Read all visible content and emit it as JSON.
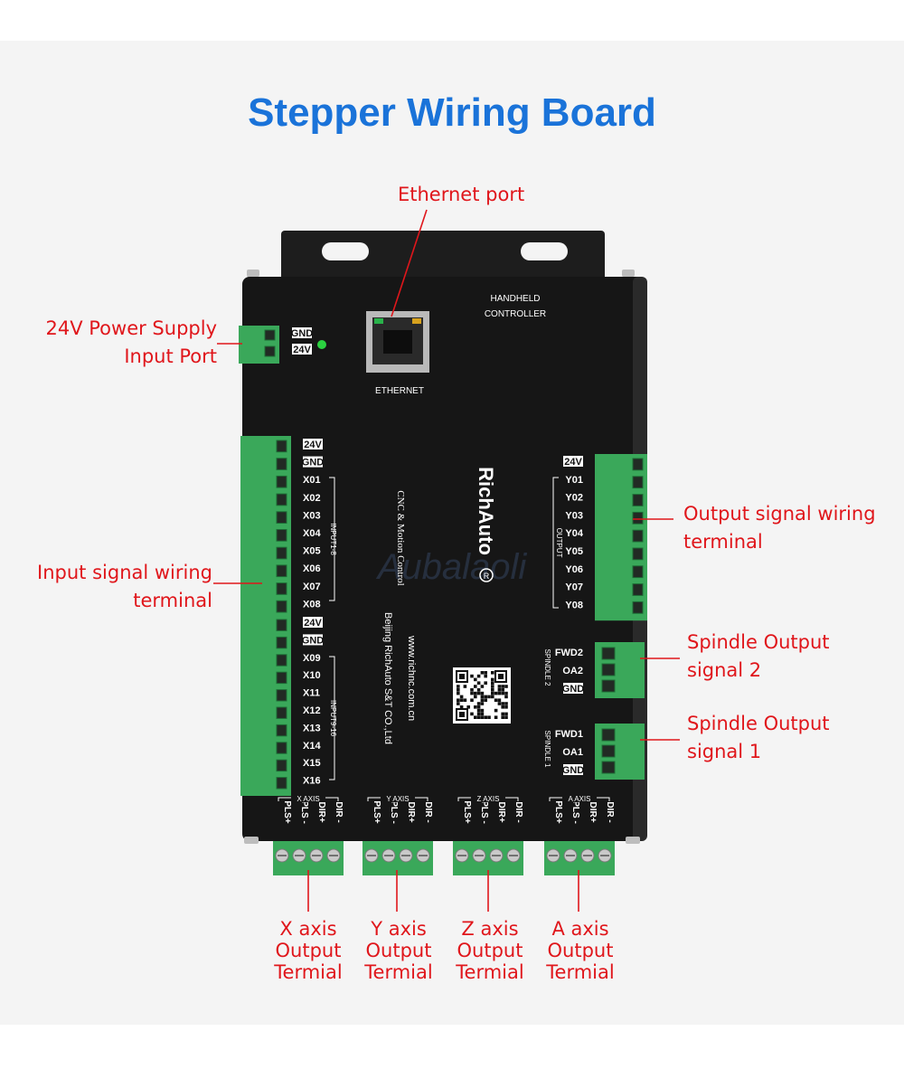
{
  "title": "Stepper Wiring Board",
  "callouts": {
    "ethernet": "Ethernet port",
    "power": [
      "24V Power Supply",
      "Input Port"
    ],
    "input": [
      "Input signal wiring",
      "terminal"
    ],
    "output": [
      "Output signal wiring",
      "terminal"
    ],
    "spindle2": [
      "Spindle Output",
      "signal 2"
    ],
    "spindle1": [
      "Spindle Output",
      "signal 1"
    ],
    "axes": [
      [
        "X axis",
        "Output",
        "Termial"
      ],
      [
        "Y axis",
        "Output",
        "Termial"
      ],
      [
        "Z axis",
        "Output",
        "Termial"
      ],
      [
        "A axis",
        "Output",
        "Termial"
      ]
    ]
  },
  "board": {
    "brand": "RichAuto",
    "subtitle": "CNC & Motion Control",
    "website": "www.richnc.com.cn",
    "company": "Beijing RichAuto S&T CO.,Ltd",
    "handheld": [
      "HANDHELD",
      "CONTROLLER"
    ],
    "ethernet_label": "ETHERNET",
    "watermark": "Aubalaoli",
    "power_pins": [
      "GND",
      "24V"
    ],
    "input1_pins": [
      "24V",
      "GND",
      "X01",
      "X02",
      "X03",
      "X04",
      "X05",
      "X06",
      "X07",
      "X08"
    ],
    "input1_group": "INPUT1-8",
    "input2_pins": [
      "24V",
      "GND",
      "X09",
      "X10",
      "X11",
      "X12",
      "X13",
      "X14",
      "X15",
      "X16"
    ],
    "input2_group": "INPUT9-16",
    "output_pins": [
      "24V",
      "Y01",
      "Y02",
      "Y03",
      "Y04",
      "Y05",
      "Y06",
      "Y07",
      "Y08"
    ],
    "output_group": "OUTPUT",
    "spindle2_pins": [
      "FWD2",
      "OA2",
      "GND"
    ],
    "spindle2_group": "SPINDLE 2",
    "spindle1_pins": [
      "FWD1",
      "OA1",
      "GND"
    ],
    "spindle1_group": "SPINDLE 1",
    "axes": [
      {
        "name": "X AXIS",
        "pins": [
          "PLS+",
          "PLS -",
          "DIR+",
          "DIR -"
        ]
      },
      {
        "name": "Y AXIS",
        "pins": [
          "PLS+",
          "PLS -",
          "DIR+",
          "DIR -"
        ]
      },
      {
        "name": "Z AXIS",
        "pins": [
          "PLS+",
          "PLS -",
          "DIR+",
          "DIR -"
        ]
      },
      {
        "name": "A AXIS",
        "pins": [
          "PLS+",
          "PLS -",
          "DIR+",
          "DIR -"
        ]
      }
    ]
  },
  "colors": {
    "title": "#1a73d9",
    "callout": "#e0161b",
    "board": "#161616",
    "terminal": "#3aa85a"
  }
}
